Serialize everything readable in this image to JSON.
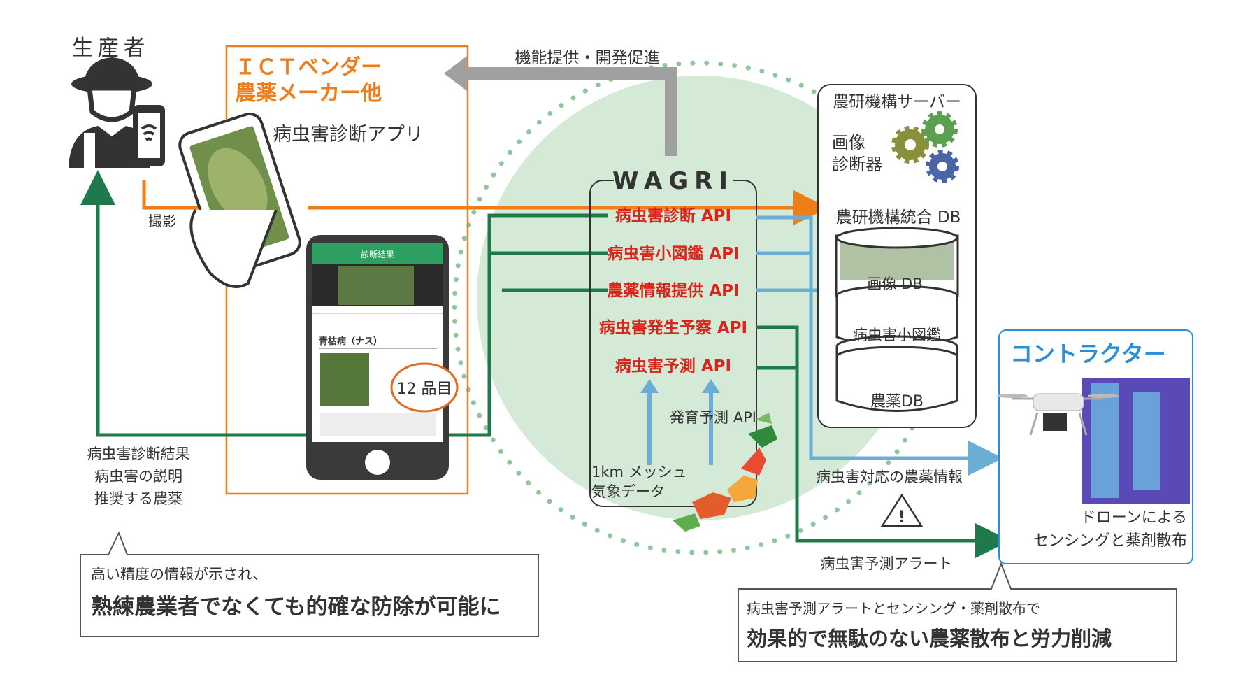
{
  "producer": {
    "label": "生産者",
    "shoot_label": "撮影"
  },
  "vendor": {
    "line1": "ＩＣＴベンダー",
    "line2": "農薬メーカー他",
    "app": "病虫害診断アプリ",
    "items_badge": "12 品目",
    "screen_title": "診断結果",
    "screen_disease": "青枯病（ナス）",
    "color": "#ef7d1a"
  },
  "top_arrow_label": "機能提供・開発促進",
  "wagri": {
    "title": "WAGRI",
    "apis": [
      "病虫害診断 API",
      "病虫害小図鑑 API",
      "農薬情報提供 API",
      "病虫害発生予察 API",
      "病虫害予測 API"
    ],
    "growth_api": "発育予測 API",
    "mesh_line1": "1km メッシュ",
    "mesh_line2": "気象データ",
    "circle_color": "#cfe6d2"
  },
  "server": {
    "title": "農研機構サーバー",
    "image_diag_line1": "画像",
    "image_diag_line2": "診断器",
    "db_title": "農研機構統合 DB",
    "db_layers": [
      "画像 DB",
      "病虫害小図鑑",
      "農薬DB"
    ]
  },
  "contractor": {
    "title": "コントラクター",
    "caption_line1": "ドローンによる",
    "caption_line2": "センシングと薬剤散布",
    "color": "#2a8fd6"
  },
  "flows": {
    "pesticide_info": "病虫害対応の農薬情報",
    "alert": "病虫害予測アラート"
  },
  "results": [
    "病虫害診断結果",
    "病虫害の説明",
    "推奨する農薬"
  ],
  "callout_left": {
    "small": "高い精度の情報が示され、",
    "big": "熟練農業者でなくても的確な防除が可能に"
  },
  "callout_right": {
    "small": "病虫害予測アラートとセンシング・薬剤散布で",
    "big": "効果的で無駄のない農薬散布と労力削減"
  },
  "colors": {
    "green": "#1e7a4a",
    "orange": "#ef7d1a",
    "blue": "#6aaed6",
    "gray": "#9e9e9e",
    "red": "#d9261c"
  }
}
